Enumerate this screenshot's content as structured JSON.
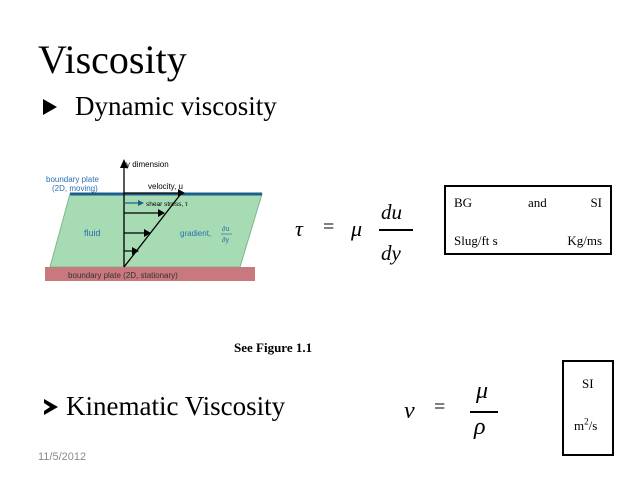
{
  "slide": {
    "title": "Viscosity",
    "bullet1": "Dynamic viscosity",
    "bullet2": "Kinematic Viscosity",
    "caption": "See Figure 1.1",
    "date": "11/5/2012"
  },
  "figure": {
    "y_axis": "y dimension",
    "top_plate": [
      "boundary plate",
      "(2D, moving)"
    ],
    "velocity": "velocity, u",
    "shear": "shear stress, τ",
    "fluid": "fluid",
    "gradient": "gradient,",
    "gradient_num": "∂u",
    "gradient_den": "∂y",
    "bottom_plate": "boundary plate (2D, stationary)"
  },
  "eq1": {
    "lhs": "τ",
    "equals": "=",
    "mu": "μ",
    "num": "du",
    "den": "dy"
  },
  "eq2": {
    "lhs": "ν",
    "equals": "=",
    "num": "μ",
    "den": "ρ"
  },
  "units1": {
    "c1r1": "BG",
    "c2r1": "and",
    "c3r1": "SI",
    "c1r2": "Slug/ft s",
    "c3r2": "Kg/ms"
  },
  "units2": {
    "r1": "SI",
    "r2": "m",
    "sup": "2",
    "r2b": "/s"
  },
  "colors": {
    "fluid": "#a7dbb3",
    "plate_bottom": "#c9787d",
    "plate_top": "#1c5f8c",
    "label_blue": "#2b6fb0"
  }
}
